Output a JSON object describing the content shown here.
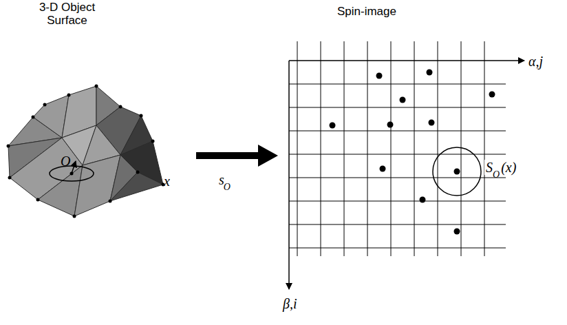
{
  "diagram": {
    "labels": [
      "3-D Object Surface",
      "Spin-image",
      "O",
      "x",
      "s",
      "O",
      "α,j",
      "β,i",
      "S",
      "O",
      "(x)"
    ]
  }
}
